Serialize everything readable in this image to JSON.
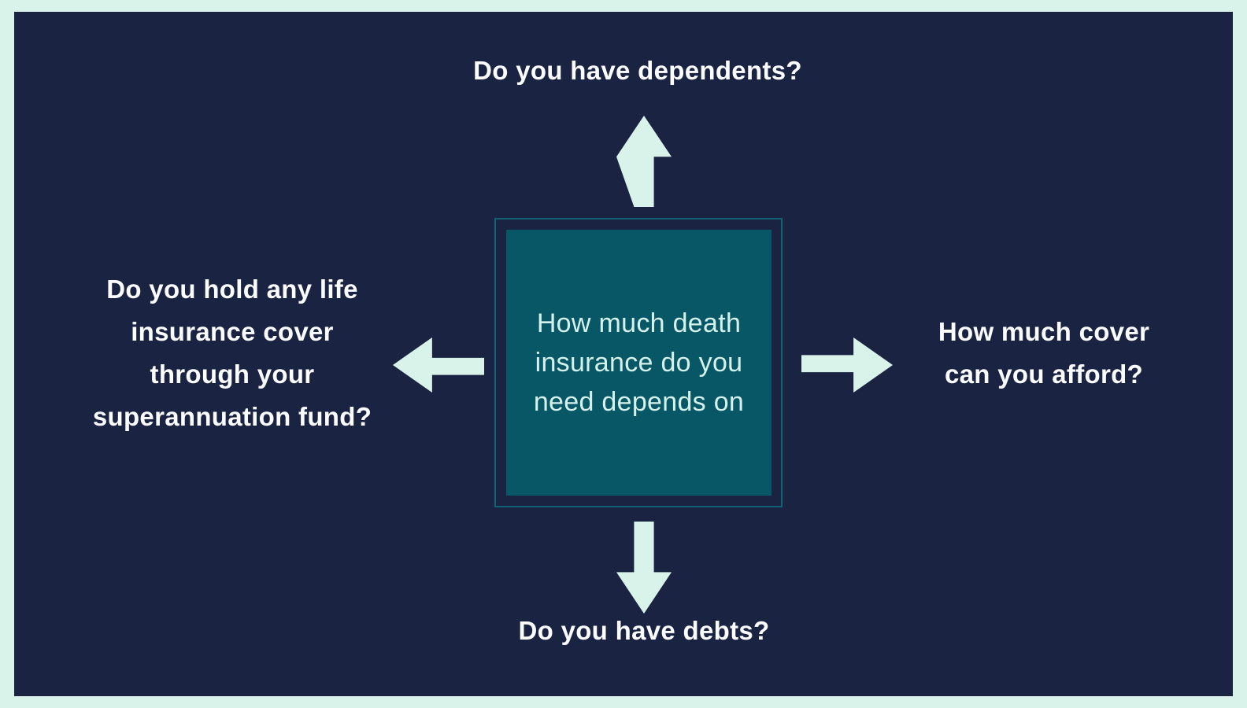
{
  "colors": {
    "frame": "#D9F3EB",
    "background": "#1A2342",
    "box-fill": "#075767",
    "box-outline": "#116273",
    "arrow": "#D9F3EB",
    "label-text": "#FBFCFE",
    "center-text": "#D6F1EA"
  },
  "center": {
    "text": "How much death insurance do you need depends on",
    "lines": [
      "How much death",
      "insurance do you",
      "need depends on"
    ]
  },
  "nodes": {
    "top": {
      "label": "Do you have dependents?"
    },
    "left": {
      "text": "Do you hold any life insurance cover through your superannuation fund?",
      "lines": [
        "Do you hold any life",
        "insurance cover",
        "through your",
        "superannuation fund?"
      ]
    },
    "right": {
      "text": "How much cover can you afford?",
      "lines": [
        "How much cover",
        "can you afford?"
      ]
    },
    "bottom": {
      "label": "Do you have debts?"
    }
  },
  "arrows": [
    "up",
    "left",
    "right",
    "down"
  ]
}
